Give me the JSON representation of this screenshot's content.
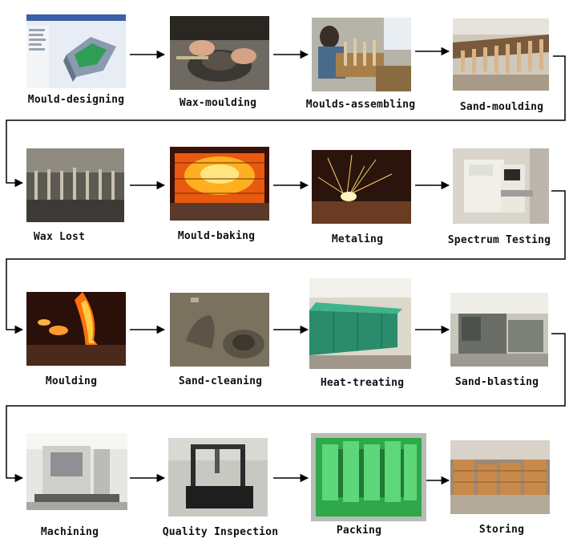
{
  "steps": [
    {
      "label": "Mould-designing",
      "photo": "cad-software-screenshot"
    },
    {
      "label": "Wax-moulding",
      "photo": "hands-wax-mould-press"
    },
    {
      "label": "Moulds-assembling",
      "photo": "workers-assembling-wax-trees"
    },
    {
      "label": "Sand-moulding",
      "photo": "wax-trees-on-rack"
    },
    {
      "label": "Wax Lost",
      "photo": "dewaxing-tank"
    },
    {
      "label": "Mould-baking",
      "photo": "furnace-fire"
    },
    {
      "label": "Metaling",
      "photo": "molten-metal-sparks"
    },
    {
      "label": "Spectrum Testing",
      "photo": "spectrometer-machine"
    },
    {
      "label": "Moulding",
      "photo": "pouring-molten-metal"
    },
    {
      "label": "Sand-cleaning",
      "photo": "shell-removal-casting"
    },
    {
      "label": "Heat-treating",
      "photo": "heat-treatment-furnace-line"
    },
    {
      "label": "Sand-blasting",
      "photo": "sand-blasting-workshop"
    },
    {
      "label": "Machining",
      "photo": "cnc-machining-center"
    },
    {
      "label": "Quality Inspection",
      "photo": "cmm-inspection-machine"
    },
    {
      "label": "Packing",
      "photo": "green-painted-parts"
    },
    {
      "label": "Storing",
      "photo": "wooden-crates-warehouse"
    }
  ],
  "colors": {
    "arrow": "#000000",
    "label": "#111111",
    "background": "#ffffff"
  }
}
